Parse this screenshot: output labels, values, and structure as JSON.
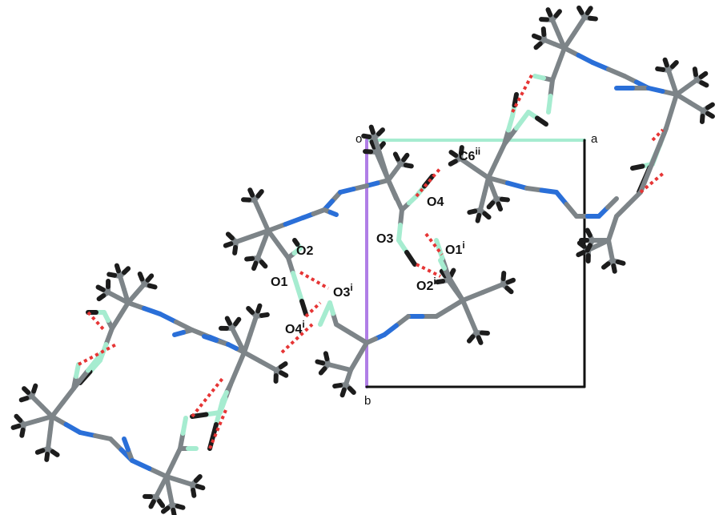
{
  "figure": {
    "colors": {
      "carbon": "#7d8488",
      "hydrogen": "#1c1c1c",
      "nitrogen": "#2a6fd8",
      "oxygen": "#a6ecd0",
      "hbond": "#e63535",
      "axis_a": "#a6ecd0",
      "axis_b": "#b07ee6",
      "cell": "#111111"
    },
    "axes": {
      "origin": "o",
      "a": "a",
      "b": "b"
    },
    "atom_labels": [
      {
        "id": "O2",
        "text": "O2",
        "sup": ""
      },
      {
        "id": "O1",
        "text": "O1",
        "sup": ""
      },
      {
        "id": "O3i",
        "text": "O3",
        "sup": "i"
      },
      {
        "id": "O4i",
        "text": "O4",
        "sup": "i"
      },
      {
        "id": "O3",
        "text": "O3",
        "sup": ""
      },
      {
        "id": "O4",
        "text": "O4",
        "sup": ""
      },
      {
        "id": "O1i",
        "text": "O1",
        "sup": "i"
      },
      {
        "id": "O2i",
        "text": "O2",
        "sup": "i"
      },
      {
        "id": "C6ii",
        "text": "C6",
        "sup": "ii"
      }
    ]
  }
}
